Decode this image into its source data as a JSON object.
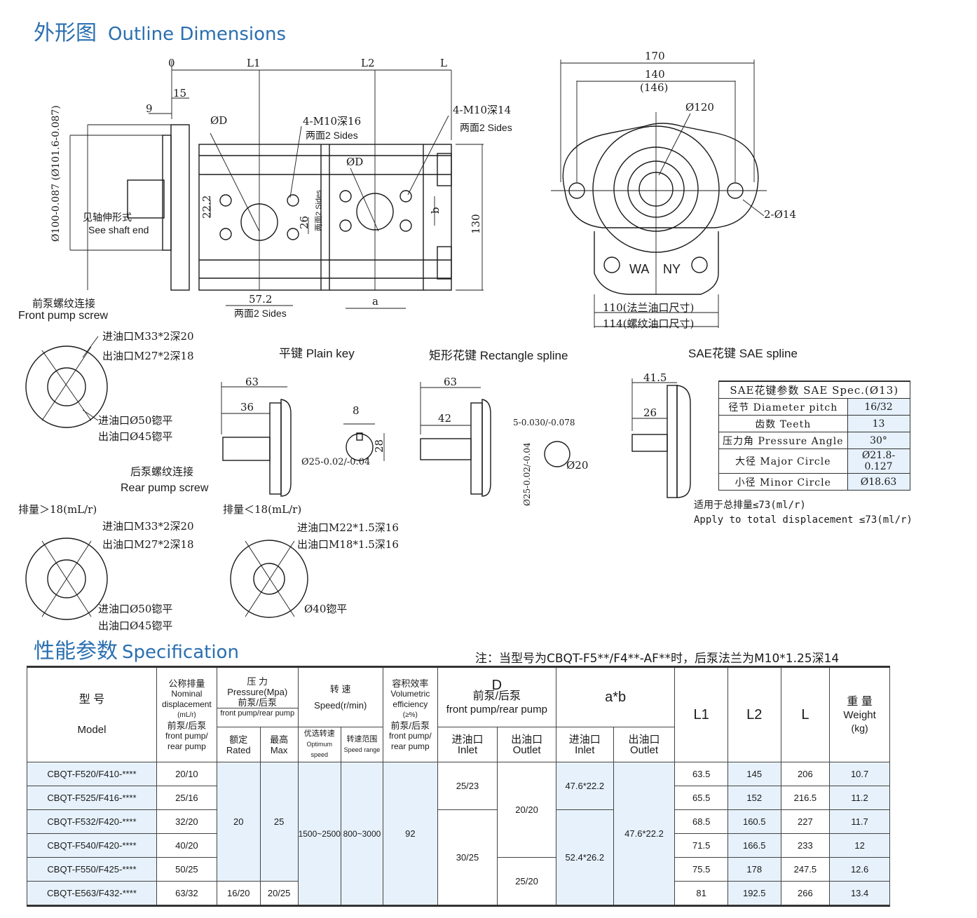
{
  "section1": {
    "title_cn": "外形图",
    "title_en": "Outline Dimensions"
  },
  "main_view": {
    "dims": {
      "origin": "0",
      "l1": "L1",
      "l2": "L2",
      "l": "L",
      "d15": "15",
      "d9": "9",
      "d130": "130",
      "d22": "22.2",
      "d26": "26",
      "d57": "57.2",
      "a": "a",
      "b": "b"
    },
    "diam_label": "Ø100-0.087 (Ø101.6-0.087)",
    "od1": "ØD",
    "od2": "ØD",
    "m10_16": "4-M10深16",
    "two_sides_1": "两面2 Sides",
    "m10_14": "4-M10深14",
    "two_sides_2": "两面2 Sides",
    "two_sides_3": "两面2 Sides",
    "two_sides_4": "两面2 Sides",
    "shaft_cn": "见轴伸形式",
    "shaft_en": "See shaft end"
  },
  "flange_view": {
    "w170": "170",
    "w140": "140",
    "w146": "(146)",
    "d120": "Ø120",
    "holes": "2-Ø14",
    "w110": "110(法兰油口尺寸)",
    "w114": "114(螺纹油口尺寸)",
    "logo1": "WA",
    "logo2": "NY"
  },
  "front_screw": {
    "cn": "前泵螺纹连接",
    "en": "Front pump screw",
    "l1": "进油口M33*2深20",
    "l2": "出油口M27*2深18",
    "l3": "进油口Ø50锪平",
    "l4": "出油口Ø45锪平"
  },
  "rear_screw": {
    "cn": "后泵螺纹连接",
    "en": "Rear pump screw"
  },
  "disp_gt": {
    "head": "排量＞18(mL/r)",
    "l1": "进油口M33*2深20",
    "l2": "出油口M27*2深18",
    "l3": "进油口Ø50锪平",
    "l4": "出油口Ø45锪平"
  },
  "disp_lt": {
    "head": "排量＜18(mL/r)",
    "l1": "进油口M22*1.5深16",
    "l2": "出油口M18*1.5深16",
    "l3": "Ø40锪平"
  },
  "plain_key": {
    "title": "平键 Plain key",
    "d63": "63",
    "d36": "36",
    "d8": "8",
    "d28": "28",
    "dia": "Ø25-0.02/-0.04"
  },
  "rect_spline": {
    "title": "矩形花键 Rectangle spline",
    "d63": "63",
    "d42": "42",
    "d5": "5-0.030/-0.078",
    "d20": "Ø20",
    "dia": "Ø25-0.02/-0.04"
  },
  "sae_spline": {
    "title": "SAE花键 SAE spline",
    "d41": "41.5",
    "d26": "26",
    "table_head": "SAE花键参数 SAE Spec.(Ø13)",
    "rows": [
      {
        "k": "径节 Diameter pitch",
        "v": "16/32"
      },
      {
        "k": "齿数 Teeth",
        "v": "13"
      },
      {
        "k": "压力角 Pressure Angle",
        "v": "30°"
      },
      {
        "k": "大径 Major Circle",
        "v": "Ø21.8-0.127"
      },
      {
        "k": "小径 Minor Circle",
        "v": "Ø18.63"
      }
    ],
    "apply_cn": "适用于总排量≤73(ml/r)",
    "apply_en": "Apply to total displacement ≤73(ml/r)"
  },
  "section2": {
    "title_cn": "性能参数",
    "title_en": "Specification",
    "note": "注：当型号为CBQT-F5**/F4**-AF**时，后泵法兰为M10*1.25深14"
  },
  "spec_table": {
    "h_model_cn": "型 号",
    "h_model_en": "Model",
    "h_disp_cn": "公称排量",
    "h_disp_en": "Nominal displacement",
    "h_disp_unit": "(mL/r)",
    "h_disp_fr_cn": "前泵/后泵",
    "h_disp_fr_en": "front pump/ rear pump",
    "h_press_cn": "压 力",
    "h_press_en": "Pressure(Mpa)",
    "h_press_fr_cn": "前泵/后泵",
    "h_press_fr_en": "front pump/rear pump",
    "h_rated_cn": "额定",
    "h_rated_en": "Rated",
    "h_max_cn": "最高",
    "h_max_en": "Max",
    "h_speed_cn": "转 速",
    "h_speed_en": "Speed(r/min)",
    "h_opt_cn": "优选转速",
    "h_opt_en": "Optimum speed",
    "h_range_cn": "转速范围",
    "h_range_en": "Speed range",
    "h_eff_cn": "容积效率",
    "h_eff_en": "Volumetric efficiency",
    "h_eff_unit": "(≥%)",
    "h_eff_fr_cn": "前泵/后泵",
    "h_eff_fr_en": "front pump/ rear pump",
    "h_d": "D",
    "h_d_cn": "前泵/后泵",
    "h_d_en": "front pump/rear pump",
    "h_ab": "a*b",
    "h_in_cn": "进油口",
    "h_in_en": "Inlet",
    "h_out_cn": "出油口",
    "h_out_en": "Outlet",
    "h_l1": "L1",
    "h_l2": "L2",
    "h_l": "L",
    "h_w_cn": "重 量",
    "h_w_en": "Weight",
    "h_w_unit": "(kg)",
    "rows": [
      {
        "model": "CBQT-F520/F410-****",
        "disp": "20/10",
        "l1": "63.5",
        "l2": "145",
        "l": "206",
        "w": "10.7"
      },
      {
        "model": "CBQT-F525/F416-****",
        "disp": "25/16",
        "l1": "65.5",
        "l2": "152",
        "l": "216.5",
        "w": "11.2"
      },
      {
        "model": "CBQT-F532/F420-****",
        "disp": "32/20",
        "l1": "68.5",
        "l2": "160.5",
        "l": "227",
        "w": "11.7"
      },
      {
        "model": "CBQT-F540/F420-****",
        "disp": "40/20",
        "l1": "71.5",
        "l2": "166.5",
        "l": "233",
        "w": "12"
      },
      {
        "model": "CBQT-F550/F425-****",
        "disp": "50/25",
        "l1": "75.5",
        "l2": "178",
        "l": "247.5",
        "w": "12.6"
      },
      {
        "model": "CBQT-E563/F432-****",
        "disp": "63/32",
        "l1": "81",
        "l2": "192.5",
        "l": "266",
        "w": "13.4"
      }
    ],
    "rated_main": "20",
    "max_main": "25",
    "rated_last": "16/20",
    "max_last": "20/25",
    "opt": "1500~2500",
    "range": "800~3000",
    "eff": "92",
    "d_in_a": "25/23",
    "d_in_b": "30/25",
    "d_out_a": "20/20",
    "d_out_b": "25/20",
    "ab_in_a": "47.6*22.2",
    "ab_in_b": "52.4*26.2",
    "ab_out": "47.6*22.2"
  }
}
